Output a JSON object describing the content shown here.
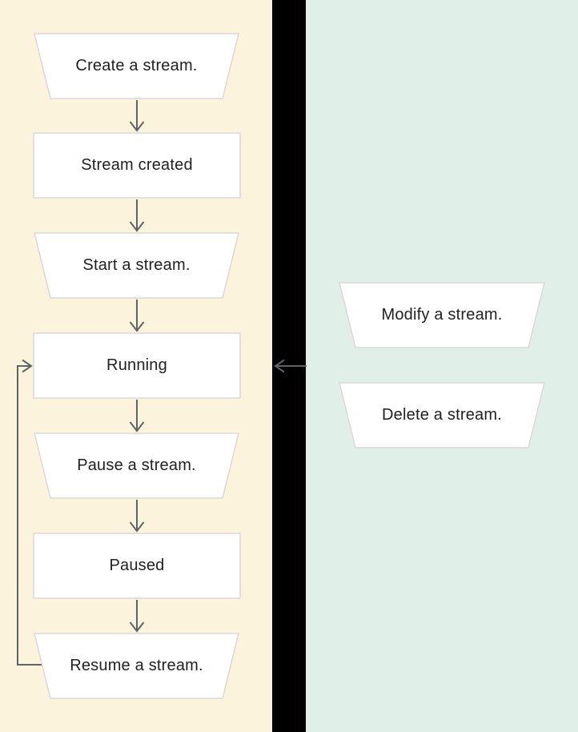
{
  "title": "Stream lifecycle flow diagram",
  "colors": {
    "left_panel_bg": "#FBF3DB",
    "right_panel_bg": "#E0F0E8",
    "divider_bg": "#000000",
    "node_fill": "#FFFFFF",
    "node_border": "#D9D9D9",
    "arrow": "#5F6368",
    "text": "#212121"
  },
  "nodes": {
    "create_stream": {
      "label": "Create a stream.",
      "shape": "trapezoid"
    },
    "stream_created": {
      "label": "Stream created",
      "shape": "rect"
    },
    "start_stream": {
      "label": "Start a stream.",
      "shape": "trapezoid"
    },
    "running": {
      "label": "Running",
      "shape": "rect"
    },
    "pause_stream": {
      "label": "Pause a stream.",
      "shape": "trapezoid"
    },
    "paused": {
      "label": "Paused",
      "shape": "rect"
    },
    "resume_stream": {
      "label": "Resume a stream.",
      "shape": "trapezoid"
    },
    "modify_stream": {
      "label": "Modify a stream.",
      "shape": "trapezoid"
    },
    "delete_stream": {
      "label": "Delete a stream.",
      "shape": "trapezoid"
    }
  }
}
